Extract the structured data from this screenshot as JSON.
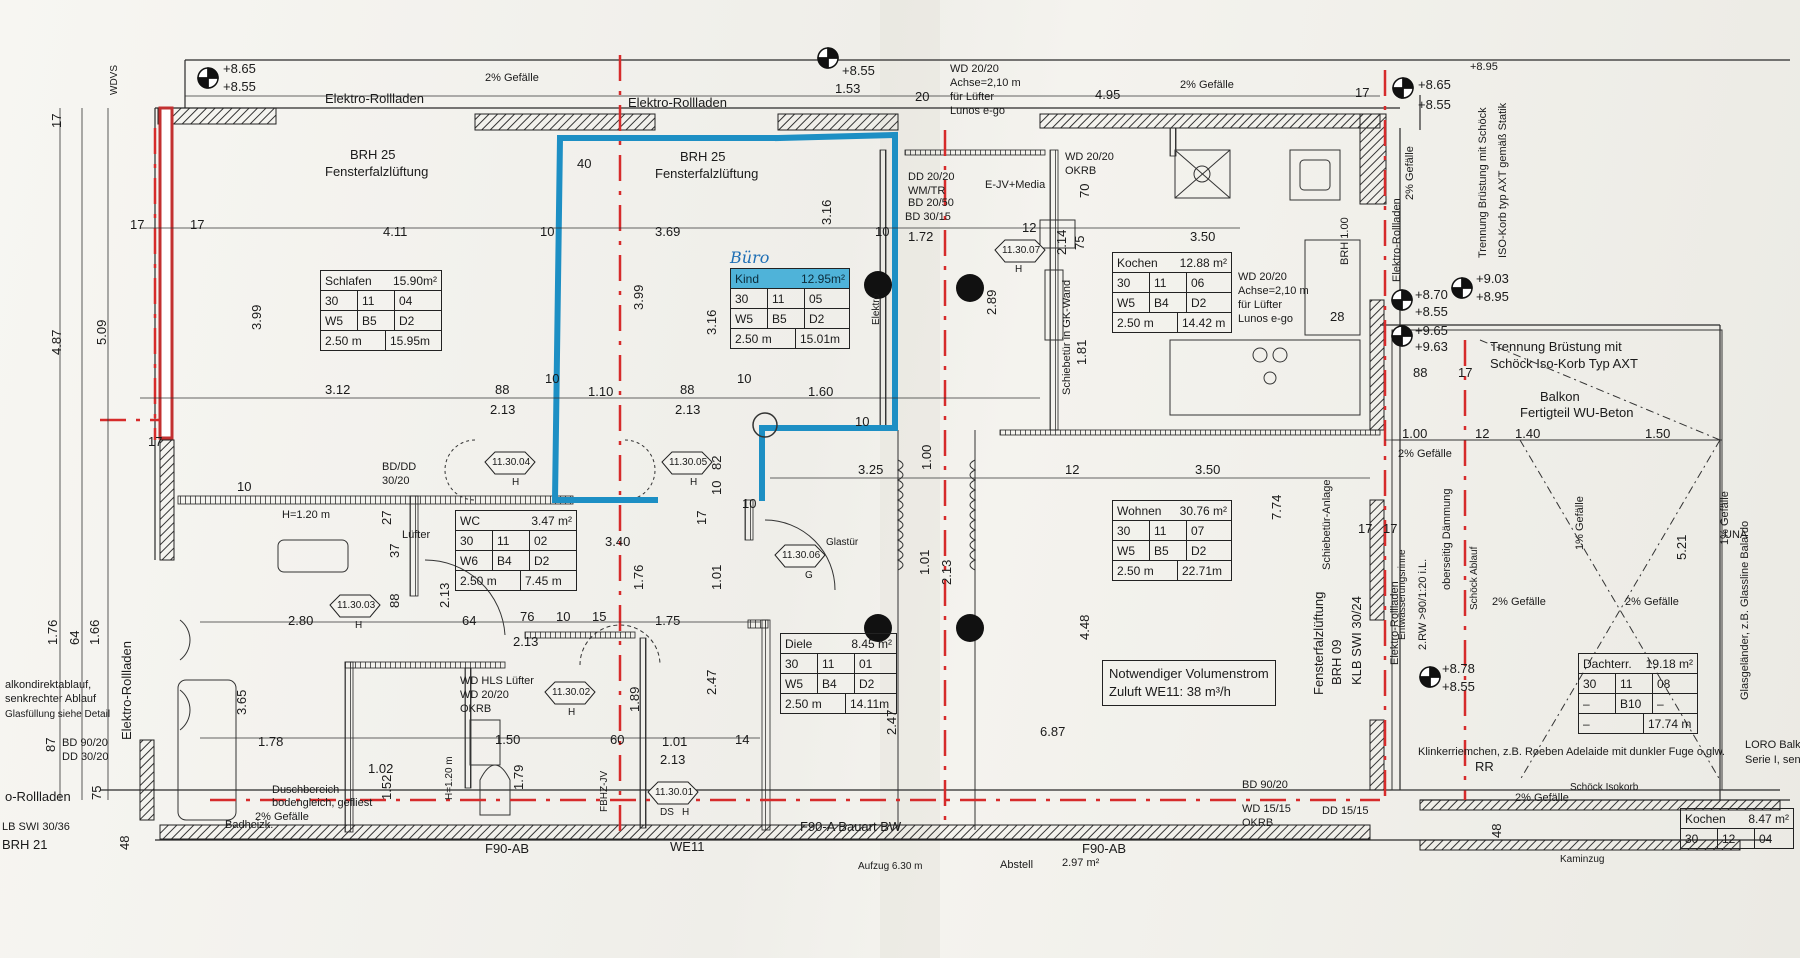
{
  "levels": {
    "a": "+8.65",
    "b": "+8.55",
    "c": "+8.55",
    "d": "+8.65",
    "e": "+8.55",
    "f": "+8.70",
    "g": "+8.55",
    "h": "+9.65",
    "i": "+9.63",
    "j": "+9.03",
    "k": "+8.95",
    "l": "+8.78",
    "m": "+8.55",
    "top_right": "+8.95"
  },
  "labels": {
    "rolladen_top_left": "Elektro-Rollladen",
    "rolladen_top_mid": "Elektro-Rollladen",
    "rolladen_right_1": "Elektro-Rollladen",
    "rolladen_right_2": "Elektro-Rollladen",
    "rolladen_left": "Elektro-Rollladen",
    "rolladen_bottom_left": "o-Rollladen",
    "gefaelle_1": "2% Gefälle",
    "gefaelle_2": "2% Gefälle",
    "gefaelle_3": "2% Gefälle",
    "gefaelle_4": "2% Gefälle",
    "gefaelle_5": "2% Gefälle",
    "gefaelle_6": "2% Gefälle",
    "gefaelle_7": "2% Gefälle",
    "gefaelle_8": "1% Gefälle",
    "gefaelle_9": "1% Gefälle",
    "brh_1": "BRH 25",
    "ffl_1": "Fensterfalzlüftung",
    "brh_2": "BRH 25",
    "ffl_2": "Fensterfalzlüftung",
    "wd_1": "WD 20/20",
    "achse_1": "Achse=2,10 m",
    "fuer_1": "für Lüfter",
    "lunos_1": "Lunos e-go",
    "wd_2": "WD 20/20",
    "achse_2": "Achse=2,10 m",
    "fuer_2": "für Lüfter",
    "lunos_2": "Lunos e-go",
    "wd_3": "WD 20/20",
    "okrb_1": "OKRB",
    "dd_1": "DD 20/20",
    "wmtr": "WM/TR",
    "bd_1": "BD 20/50",
    "bd_2": "BD 30/15",
    "ejv": "E-JV+Media",
    "trennung_1": "Trennung Brüstung mit Schöck",
    "trennung_2": "ISO-Korb typ AXT gemäß Statik",
    "trennung_3": "Trennung Brüstung mit",
    "trennung_4": "Schöck Iso-Korb Typ AXT",
    "balkon_1": "Balkon",
    "balkon_2": "Fertigteil WU-Beton",
    "brh_100": "BRH 1.00",
    "schiebe_1": "Schiebetür in GK-Wand",
    "schiebe_2": "Schiebetür-Anlage",
    "bddd": "BD/DD",
    "bddd_2": "30/20",
    "h120": "H=1.20 m",
    "luefter": "Lüfter",
    "glastuer": "Glastür",
    "elektro": "Elektro",
    "dk1": "alkondirektablauf,",
    "dk2": "senkrechter Ablauf",
    "dk3": "Glasfüllung siehe Detail",
    "bd_90_20": "BD 90/20",
    "dd_30_20": "DD 30/20",
    "wd_hls": "WD HLS Lüfter",
    "wd_2020_b": "WD 20/20",
    "okrb_2": "OKRB",
    "h120_b": "H=1.20 m",
    "dusch_1": "Duschbereich",
    "dusch_2": "bodengleich, gefliest",
    "dusch_3": "2% Gefälle",
    "badheiz": "Badheizk.",
    "fbhz": "FBHZ-JV",
    "f90": "F90-A Bauart BW",
    "f90ab_1": "F90-AB",
    "f90ab_2": "F90-AB",
    "we11": "WE11",
    "abstell": "Abstell",
    "abstell_val": "2.97 m²",
    "aufzug": "Aufzug 6.30 m",
    "bd_90_20_b": "BD 90/20",
    "wd_1515": "WD 15/15",
    "okrb_3": "OKRB",
    "dd_1515": "DD 15/15",
    "klinker": "Klinkerriemchen, z.B. Roeben Adelaide mit dunkler Fuge o.glw.",
    "rr": "RR",
    "schoeck_iso": "Schöck Isokorb",
    "glas": "Glasgeländer, z.B. Glassline Balardo",
    "loro": "LORO Balko",
    "serie": "Serie I, sen",
    "obers": "oberseitig Dämmung",
    "rw": "2.RW >90/1:20 i.L.",
    "brh09": "BRH 09",
    "klb": "KLB SWI 30/24",
    "ffl_3": "Fensterfalzlüftung",
    "klb2": "LB SWI 30/36",
    "brh21": "BRH 21",
    "una": "UNA",
    "sch_ablauf": "Schöck Ablauf",
    "entw": "Entwässerungsrinne",
    "wdvs": "WDVS",
    "kaminzug": "Kaminzug",
    "volumen_1": "Notwendiger Volumenstrom",
    "volumen_2": "Zuluft WE11:  38 m³/h",
    "buero_hand": "Büro"
  },
  "dims": {
    "d_4_11": "4.11",
    "d_3_69": "3.69",
    "d_10_a": "10",
    "d_10_b": "10",
    "d_17_5": "17",
    "d_17_a": "17",
    "d_3_99_a": "3.99",
    "d_3_99_b": "3.99",
    "d_3_16_a": "3.16",
    "d_3_16_b": "3.16",
    "d_40": "40",
    "d_4_95": "4.95",
    "d_1_53": "1.53",
    "d_20": "20",
    "d_17_top": "17",
    "d_3_50_a": "3.50",
    "d_3_50_b": "3.50",
    "d_12": "12",
    "d_1_72": "1.72",
    "d_2_14": "2.14",
    "d_75": "75",
    "d_70": "70",
    "d_2_89": "2.89",
    "d_1_81": "1.81",
    "d_3_12": "3.12",
    "d_88_a": "88",
    "d_2_13_a": "2.13",
    "d_1_10": "1.10",
    "d_88_b": "88",
    "d_2_13_b": "2.13",
    "d_1_60": "1.60",
    "d_10_c": "10",
    "d_10_d": "10",
    "d_3_25": "3.25",
    "d_12_b": "12",
    "d_7_74": "7.74",
    "d_1_00_a": "1.00",
    "d_3_40": "3.40",
    "d_1_76_a": "1.76",
    "d_1_01": "1.01",
    "d_82": "82",
    "d_10_e": "10",
    "d_17_b": "17",
    "d_2_80": "2.80",
    "d_64": "64",
    "d_76": "76",
    "d_10_f": "10",
    "d_15": "15",
    "d_1_75": "1.75",
    "d_2_13_c": "2.13",
    "d_2_13_d": "2.13",
    "d_1_89": "1.89",
    "d_2_47_a": "2.47",
    "d_2_47_b": "2.47",
    "d_1_01_b": "1.01",
    "d_4_48": "4.48",
    "d_6_87": "6.87",
    "d_1_78": "1.78",
    "d_1_50": "1.50",
    "d_60": "60",
    "d_1_02": "1.02",
    "d_1_52": "1.52",
    "d_1_79": "1.79",
    "d_3_65": "3.65",
    "d_1_01_c": "1.01",
    "d_2_13_e": "2.13",
    "d_14": "14",
    "d_4_87": "4.87",
    "d_5_09": "5.09",
    "d_17_c": "17",
    "d_17_d": "17",
    "d_1_76_b": "1.76",
    "d_64_b": "64",
    "d_1_66": "1.66",
    "d_87": "87",
    "d_75_b": "75",
    "d_48_a": "48",
    "d_48_b": "48",
    "d_1_00_b": "1.00",
    "d_1_40": "1.40",
    "d_1_50_b": "1.50",
    "d_12_c": "12",
    "d_88_c": "88",
    "d_17_e": "17",
    "d_5_21": "5.21",
    "d_28": "28",
    "d_27": "27",
    "d_37": "37",
    "d_88_d": "88",
    "d_2_13_f": "2.13",
    "d_10_g": "10",
    "d_17_f": "17",
    "d_17_g": "17",
    "d_10_h": "10",
    "d_10_i": "10"
  },
  "tags": {
    "t1": "11.30.07",
    "t2": "11.30.04",
    "t3": "11.30.05",
    "t4": "11.30.06",
    "t5": "11.30.03",
    "t6": "11.30.02",
    "t7": "11.30.01",
    "h": "H",
    "g": "G",
    "ds": "DS"
  },
  "rooms": {
    "schlafen": {
      "name": "Schlafen",
      "area": "15.90m²",
      "c1": "30",
      "c2": "11",
      "c3": "04",
      "d1": "W5",
      "d2": "B5",
      "d3": "D2",
      "e1": "2.50 m",
      "e2": "15.95m"
    },
    "kind": {
      "name": "Kind",
      "area": "12.95m²",
      "c1": "30",
      "c2": "11",
      "c3": "05",
      "d1": "W5",
      "d2": "B5",
      "d3": "D2",
      "e1": "2.50 m",
      "e2": "15.01m"
    },
    "kochen": {
      "name": "Kochen",
      "area": "12.88 m²",
      "c1": "30",
      "c2": "11",
      "c3": "06",
      "d1": "W5",
      "d2": "B4",
      "d3": "D2",
      "e1": "2.50 m",
      "e2": "14.42 m"
    },
    "wohnen": {
      "name": "Wohnen",
      "area": "30.76 m²",
      "c1": "30",
      "c2": "11",
      "c3": "07",
      "d1": "W5",
      "d2": "B5",
      "d3": "D2",
      "e1": "2.50 m",
      "e2": "22.71m"
    },
    "wc": {
      "name": "WC",
      "area": "3.47 m²",
      "c1": "30",
      "c2": "11",
      "c3": "02",
      "d1": "W6",
      "d2": "B4",
      "d3": "D2",
      "e1": "2.50 m",
      "e2": "7.45 m"
    },
    "diele": {
      "name": "Diele",
      "area": "8.45 m²",
      "c1": "30",
      "c2": "11",
      "c3": "01",
      "d1": "W5",
      "d2": "B4",
      "d3": "D2",
      "e1": "2.50 m",
      "e2": "14.11m"
    },
    "dachterr": {
      "name": "Dachterr.",
      "area": "19.18 m²",
      "c1": "30",
      "c2": "11",
      "c3": "08",
      "d1": "–",
      "d2": "B10",
      "d3": "–",
      "e1": "–",
      "e2": "17.74 m"
    },
    "kochen2": {
      "name": "Kochen",
      "area": "8.47 m²",
      "c1": "30",
      "c2": "12",
      "c3": "04"
    }
  },
  "colors": {
    "wall": "#2a2a2a",
    "hatch": "#3a3a3a",
    "axis": "#d62b2b",
    "marker": "#1d8fc4",
    "paper": "#f4f3ee"
  }
}
